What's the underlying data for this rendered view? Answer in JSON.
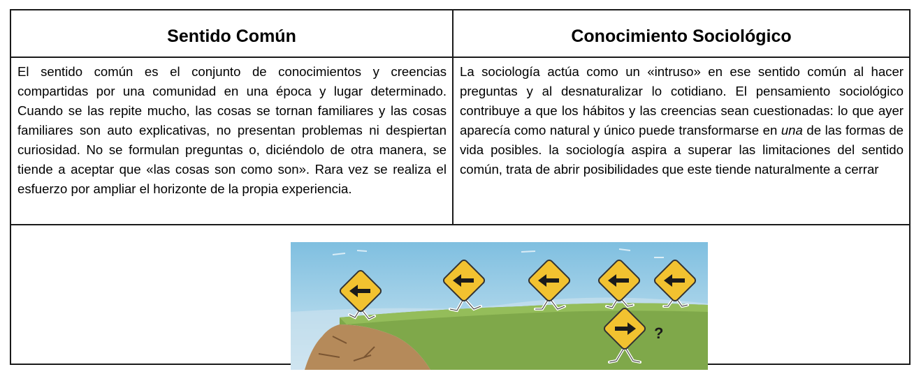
{
  "table": {
    "headers": {
      "left": "Sentido Común",
      "right": "Conocimiento Sociológico"
    },
    "left_text": "El sentido común es el conjunto de conocimientos y creencias compartidas por una comunidad en una época y lugar determinado. Cuando se las repite mucho, las cosas se tornan familiares y las cosas familiares son auto explicativas, no presentan problemas ni despiertan curiosidad. No se formulan preguntas o, diciéndolo de otra manera, se tiende a aceptar que «las cosas son como son». Rara vez se realiza el esfuerzo por ampliar el horizonte de la propia experiencia.",
    "right_text": {
      "before": "La sociología actúa como un «intruso» en ese sentido común al hacer preguntas y al desnaturalizar lo cotidiano. El pensamiento sociológico contribuye a que los hábitos y las creencias sean cuestionadas: lo que ayer aparecía como natural y único puede transformarse en ",
      "emphasis": "una",
      "after": " de las formas de vida posibles. la sociología aspira a superar las limitaciones del sentido común, trata de abrir posibilidades que este tiende naturalmente a cerrar"
    }
  },
  "illustration": {
    "question_mark": "?",
    "colors": {
      "sky": "#9fcde6",
      "grass": "#7fa84a",
      "cliff": "#b58a5a",
      "sign": "#f2c230",
      "arrow": "#1a1a1a"
    }
  }
}
